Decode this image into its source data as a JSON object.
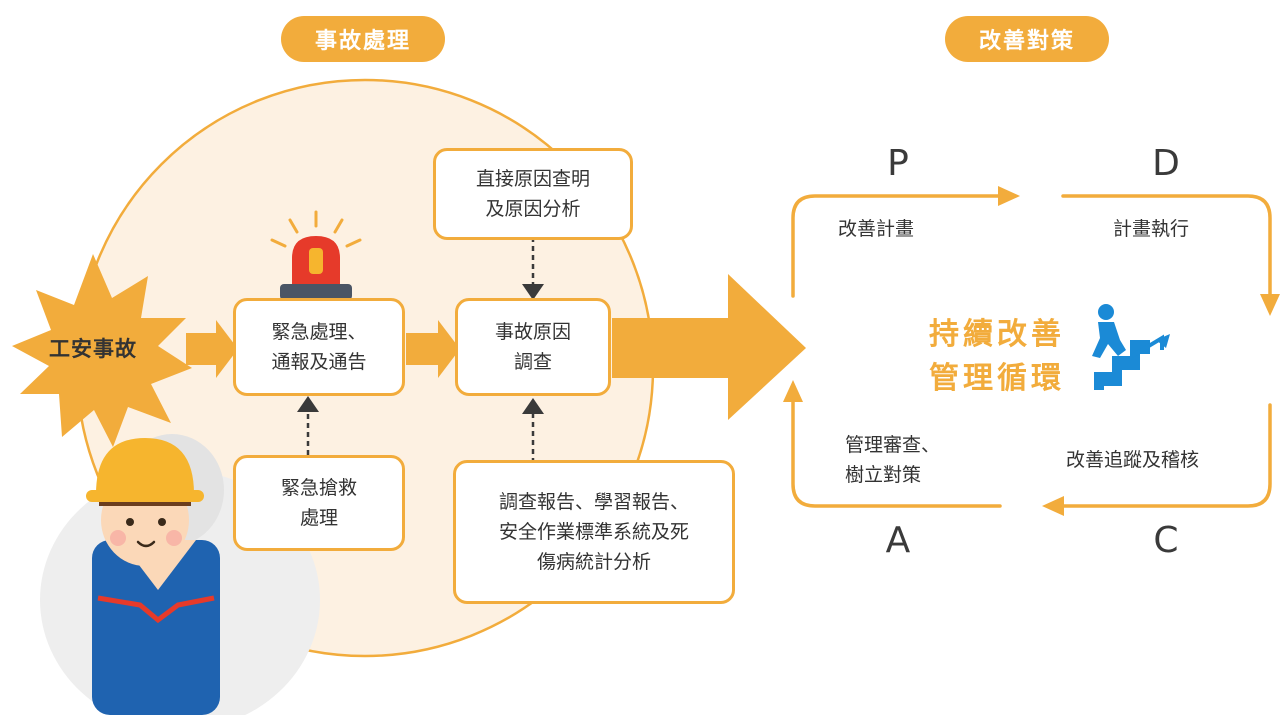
{
  "headers": {
    "accident_handling": "事故處理",
    "improvement_measures": "改善對策"
  },
  "flow": {
    "start": "工安事故",
    "emergency": "緊急處理、\n通報及通告",
    "investigation": "事故原因\n調查",
    "direct_cause": "直接原因查明\n及原因分析",
    "rescue": "緊急搶救\n處理",
    "reports": "調查報告、學習報告、\n安全作業標準系統及死\n傷病統計分析"
  },
  "pdca": {
    "p": "P",
    "d": "D",
    "c": "C",
    "a": "A",
    "plan": "改善計畫",
    "do": "計畫執行",
    "check": "改善追蹤及稽核",
    "act": "管理審查、\n樹立對策",
    "center_title": "持續改善\n管理循環"
  },
  "colors": {
    "accent": "#f2ac3c",
    "circle_fill": "#fdf1e2",
    "helmet": "#f6b52e",
    "vest": "#1f63b0",
    "icon_blue": "#1b8ad6",
    "siren_red": "#e63a2a"
  },
  "icons": [
    "explosion-burst-icon",
    "siren-icon",
    "climbing-stairs-icon",
    "worker-illustration"
  ]
}
